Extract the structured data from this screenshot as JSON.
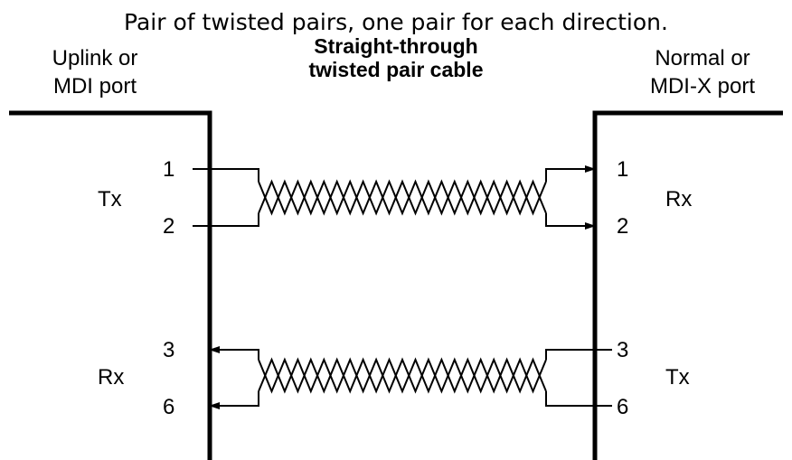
{
  "caption": "Pair of twisted pairs, one pair for each direction.",
  "cable": {
    "title_line1": "Straight-through",
    "title_line2": "twisted pair cable"
  },
  "left_port": {
    "label_line1": "Uplink or",
    "label_line2": "MDI port",
    "top_pair": {
      "signal": "Tx",
      "pin_a": "1",
      "pin_b": "2"
    },
    "bottom_pair": {
      "signal": "Rx",
      "pin_a": "3",
      "pin_b": "6"
    }
  },
  "right_port": {
    "label_line1": "Normal or",
    "label_line2": "MDI-X port",
    "top_pair": {
      "signal": "Rx",
      "pin_a": "1",
      "pin_b": "2"
    },
    "bottom_pair": {
      "signal": "Tx",
      "pin_a": "3",
      "pin_b": "6"
    }
  }
}
